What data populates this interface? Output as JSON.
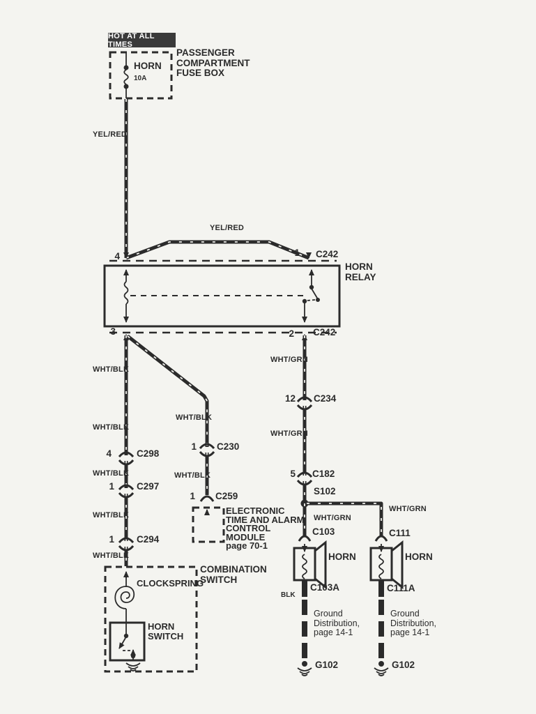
{
  "colors": {
    "ink": "#2b2b2b",
    "paper": "#f4f4f0",
    "hot_tag_bg": "#3a3a3a",
    "hot_tag_text": "#ffffff"
  },
  "power": {
    "hot_tag": "HOT AT ALL TIMES",
    "fuse_name": "HORN",
    "fuse_rating": "10A",
    "fusebox_title": "PASSENGER\nCOMPARTMENT\nFUSE BOX"
  },
  "relay": {
    "title": "HORN\nRELAY",
    "pin4": "4",
    "pin1": "1",
    "pin3": "3",
    "pin2": "2",
    "conn_top": "C242",
    "conn_bottom": "C242"
  },
  "wires": {
    "yel_red_vertical": "YEL/RED",
    "yel_red_branch": "YEL/RED",
    "wht_blk_left": [
      "WHT/BLK",
      "WHT/BLK",
      "WHT/BLK",
      "WHT/BLK",
      "WHT/BLK"
    ],
    "wht_blk_mid": [
      "WHT/BLK",
      "WHT/BLK"
    ],
    "wht_grn_right": [
      "WHT/GRN",
      "WHT/GRN"
    ],
    "wht_grn_splice_left": "WHT/GRN",
    "wht_grn_splice_right": "WHT/GRN",
    "blk": "BLK"
  },
  "connectors": {
    "c298": {
      "pin": "4",
      "name": "C298"
    },
    "c297": {
      "pin": "1",
      "name": "C297"
    },
    "c294": {
      "pin": "1",
      "name": "C294"
    },
    "c230": {
      "pin": "1",
      "name": "C230"
    },
    "c259": {
      "pin": "1",
      "name": "C259"
    },
    "c234": {
      "pin": "12",
      "name": "C234"
    },
    "c182": {
      "pin": "5",
      "name": "C182"
    },
    "s102": "S102",
    "c103": "C103",
    "c111": "C111",
    "c103a": "C103A",
    "c111a": "C111A"
  },
  "module": {
    "text": "ELECTRONIC\nTIME AND ALARM\nCONTROL\nMODULE\npage 70-1"
  },
  "horns": {
    "left": "HORN",
    "right": "HORN"
  },
  "combination_switch": {
    "title": "COMBINATION\nSWITCH",
    "clockspring": "CLOCKSPRING",
    "horn_switch": "HORN\nSWITCH"
  },
  "grounds": {
    "left_note": "Ground\nDistribution,\npage 14-1",
    "right_note": "Ground\nDistribution,\npage 14-1",
    "left_id": "G102",
    "right_id": "G102"
  }
}
